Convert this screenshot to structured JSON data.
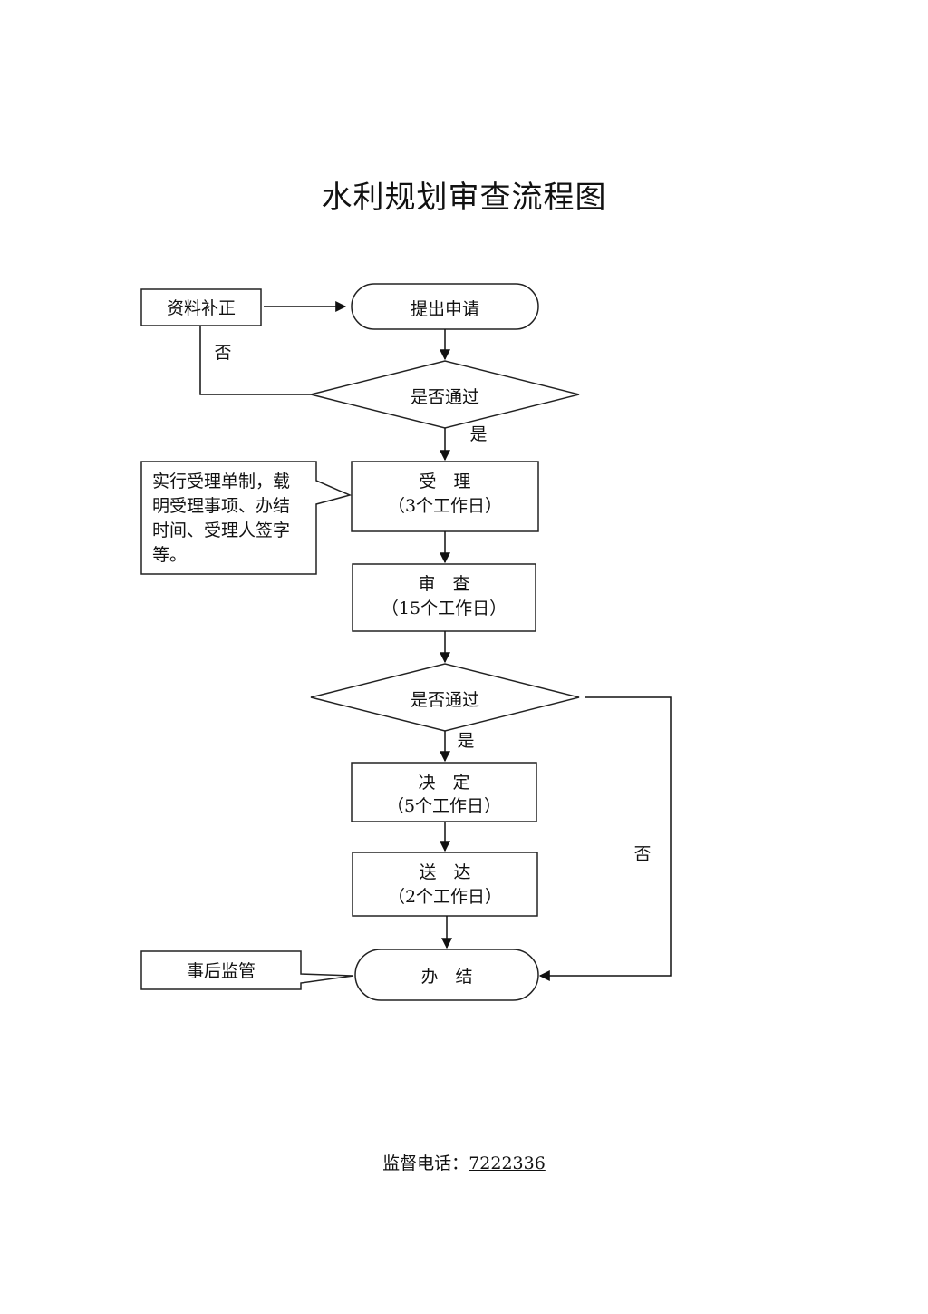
{
  "title": "水利规划审查流程图",
  "nodes": {
    "supplement": "资料补正",
    "apply": "提出申请",
    "check1": "是否通过",
    "accept_title": "受　理",
    "accept_days": "（3个工作日）",
    "review_title": "审　查",
    "review_days": "（15个工作日）",
    "check2": "是否通过",
    "decide_title": "决　定",
    "decide_days": "（5个工作日）",
    "deliver_title": "送　达",
    "deliver_days": "（2个工作日）",
    "finish": "办　结",
    "supervise": "事后监管"
  },
  "note_lines": [
    "实行受理单制，载",
    "明受理事项、办结",
    "时间、受理人签字",
    "等。"
  ],
  "edge_labels": {
    "no1": "否",
    "yes1": "是",
    "yes2": "是",
    "no2": "否"
  },
  "footer": {
    "label": "监督电话：",
    "phone": "7222336"
  }
}
